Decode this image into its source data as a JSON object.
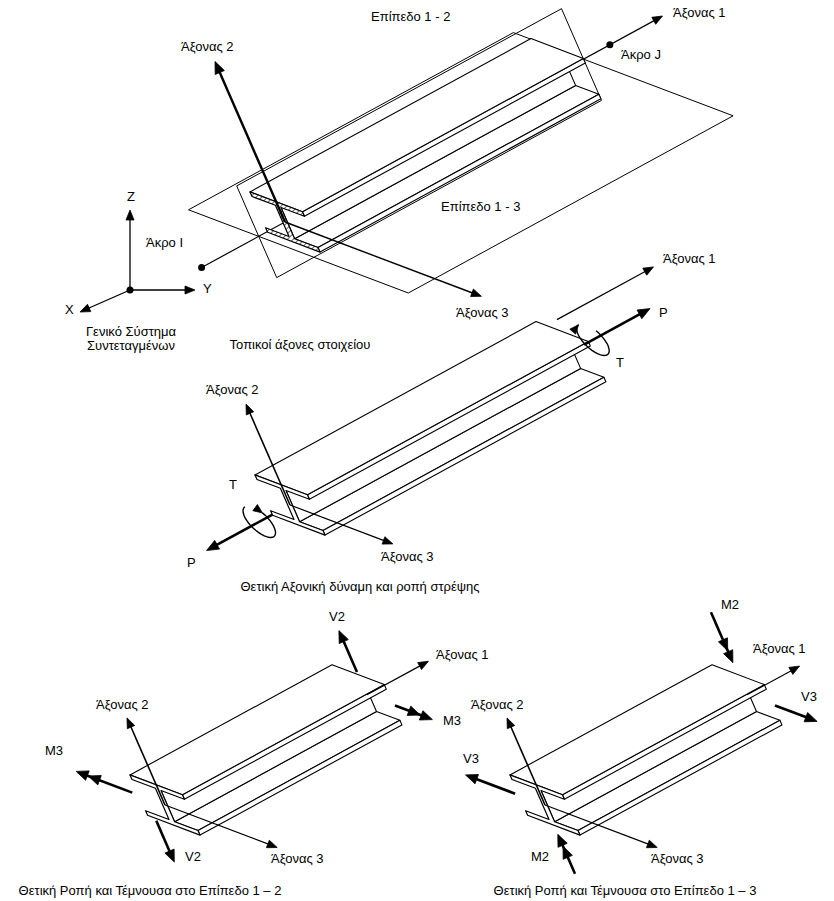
{
  "diagram": {
    "labels": [
      "Άξονας 1",
      "Επίπεδο 1 - 2",
      "Άξονας 2",
      "Άκρο J",
      "Επίπεδο 1 - 3",
      "Άκρο I",
      "Z",
      "Y",
      "X",
      "Άξονας 3",
      "Γενικό Σύστημα Συντεταγμένων",
      "Τοπικοί άξονες στοιχείου",
      "Άξονας 1",
      "T",
      "P",
      "Άξονας 2",
      "T",
      "P",
      "Άξονας 3",
      "Θετική Αξονική δύναμη και ροπή στρέψης",
      "V2",
      "Άξονας 1",
      "Άξονας 2",
      "M3",
      "M3",
      "Άξονας 3",
      "V2",
      "Θετική Ροπή και Τέμνουσα στο Επίπεδο 1 – 2",
      "M2",
      "Άξονας 1",
      "Άξονας 2",
      "V3",
      "V3",
      "Άξονας 3",
      "M2",
      "Θετική Ροπή και Τέμνουσα στο Επίπεδο 1 – 3"
    ]
  }
}
